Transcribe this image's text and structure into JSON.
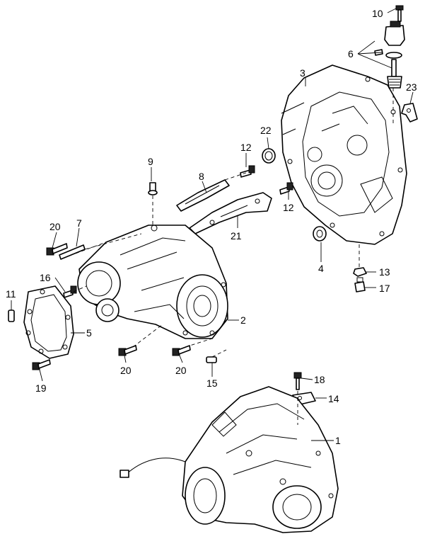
{
  "callouts": {
    "c1": "1",
    "c2": "2",
    "c3": "3",
    "c4": "4",
    "c5": "5",
    "c6": "6",
    "c7": "7",
    "c8": "8",
    "c9": "9",
    "c10": "10",
    "c11": "11",
    "c12a": "12",
    "c12b": "12",
    "c13": "13",
    "c14": "14",
    "c15": "15",
    "c16": "16",
    "c17": "17",
    "c18": "18",
    "c19": "19",
    "c20a": "20",
    "c20b": "20",
    "c20c": "20",
    "c21": "21",
    "c22": "22",
    "c23": "23"
  }
}
